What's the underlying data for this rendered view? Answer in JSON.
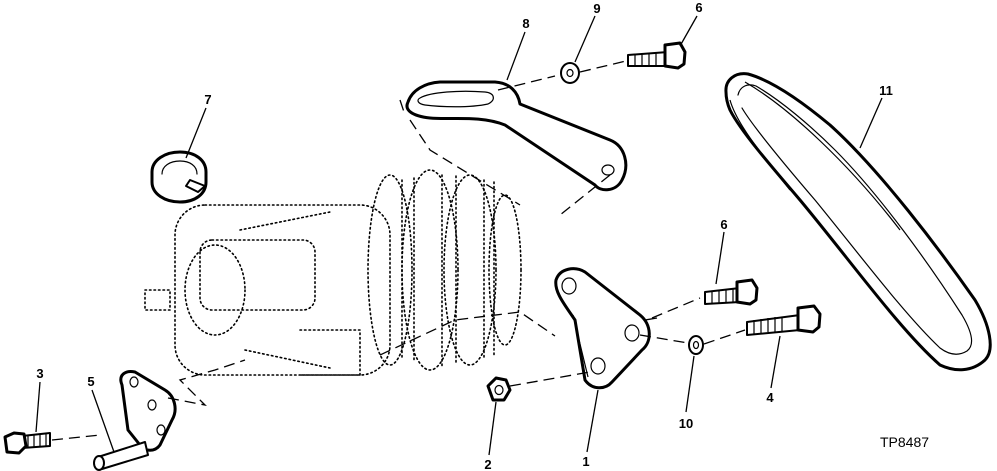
{
  "callouts": {
    "c1": "1",
    "c2": "2",
    "c3": "3",
    "c4": "4",
    "c5": "5",
    "c6a": "6",
    "c6b": "6",
    "c7": "7",
    "c8": "8",
    "c9": "9",
    "c10": "10",
    "c11": "11"
  },
  "figure_code": "TP8487"
}
